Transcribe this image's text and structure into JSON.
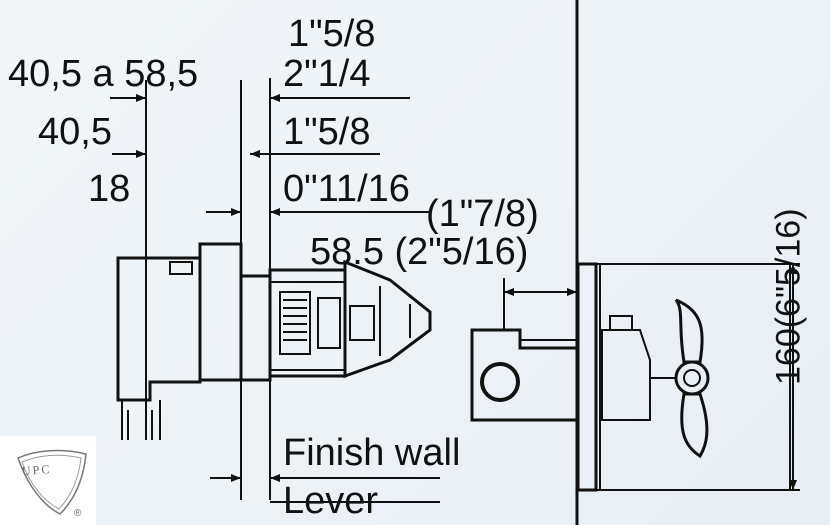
{
  "dimensions": {
    "d_40_5_a_58_5": "40,5 a 58,5",
    "d_40_5": "40,5",
    "d_18": "18",
    "i_1_5_8_top": "1\"5/8",
    "i_2_1_4": "2\"1/4",
    "i_1_5_8": "1\"5/8",
    "i_0_11_16": "0\"11/16",
    "i_1_7_8": "(1\"7/8)",
    "d_58_5": "58.5 (2\"5/16)",
    "d_160": "160(6\"5/16)"
  },
  "labels": {
    "finish_wall": "Finish wall",
    "lever": "Lever"
  },
  "badge": {
    "upc": "UPC",
    "reg": "®"
  },
  "colors": {
    "ink": "#111111",
    "background": "#eef3f7",
    "badge_bg": "#ffffff",
    "badge_ink": "#777777"
  }
}
